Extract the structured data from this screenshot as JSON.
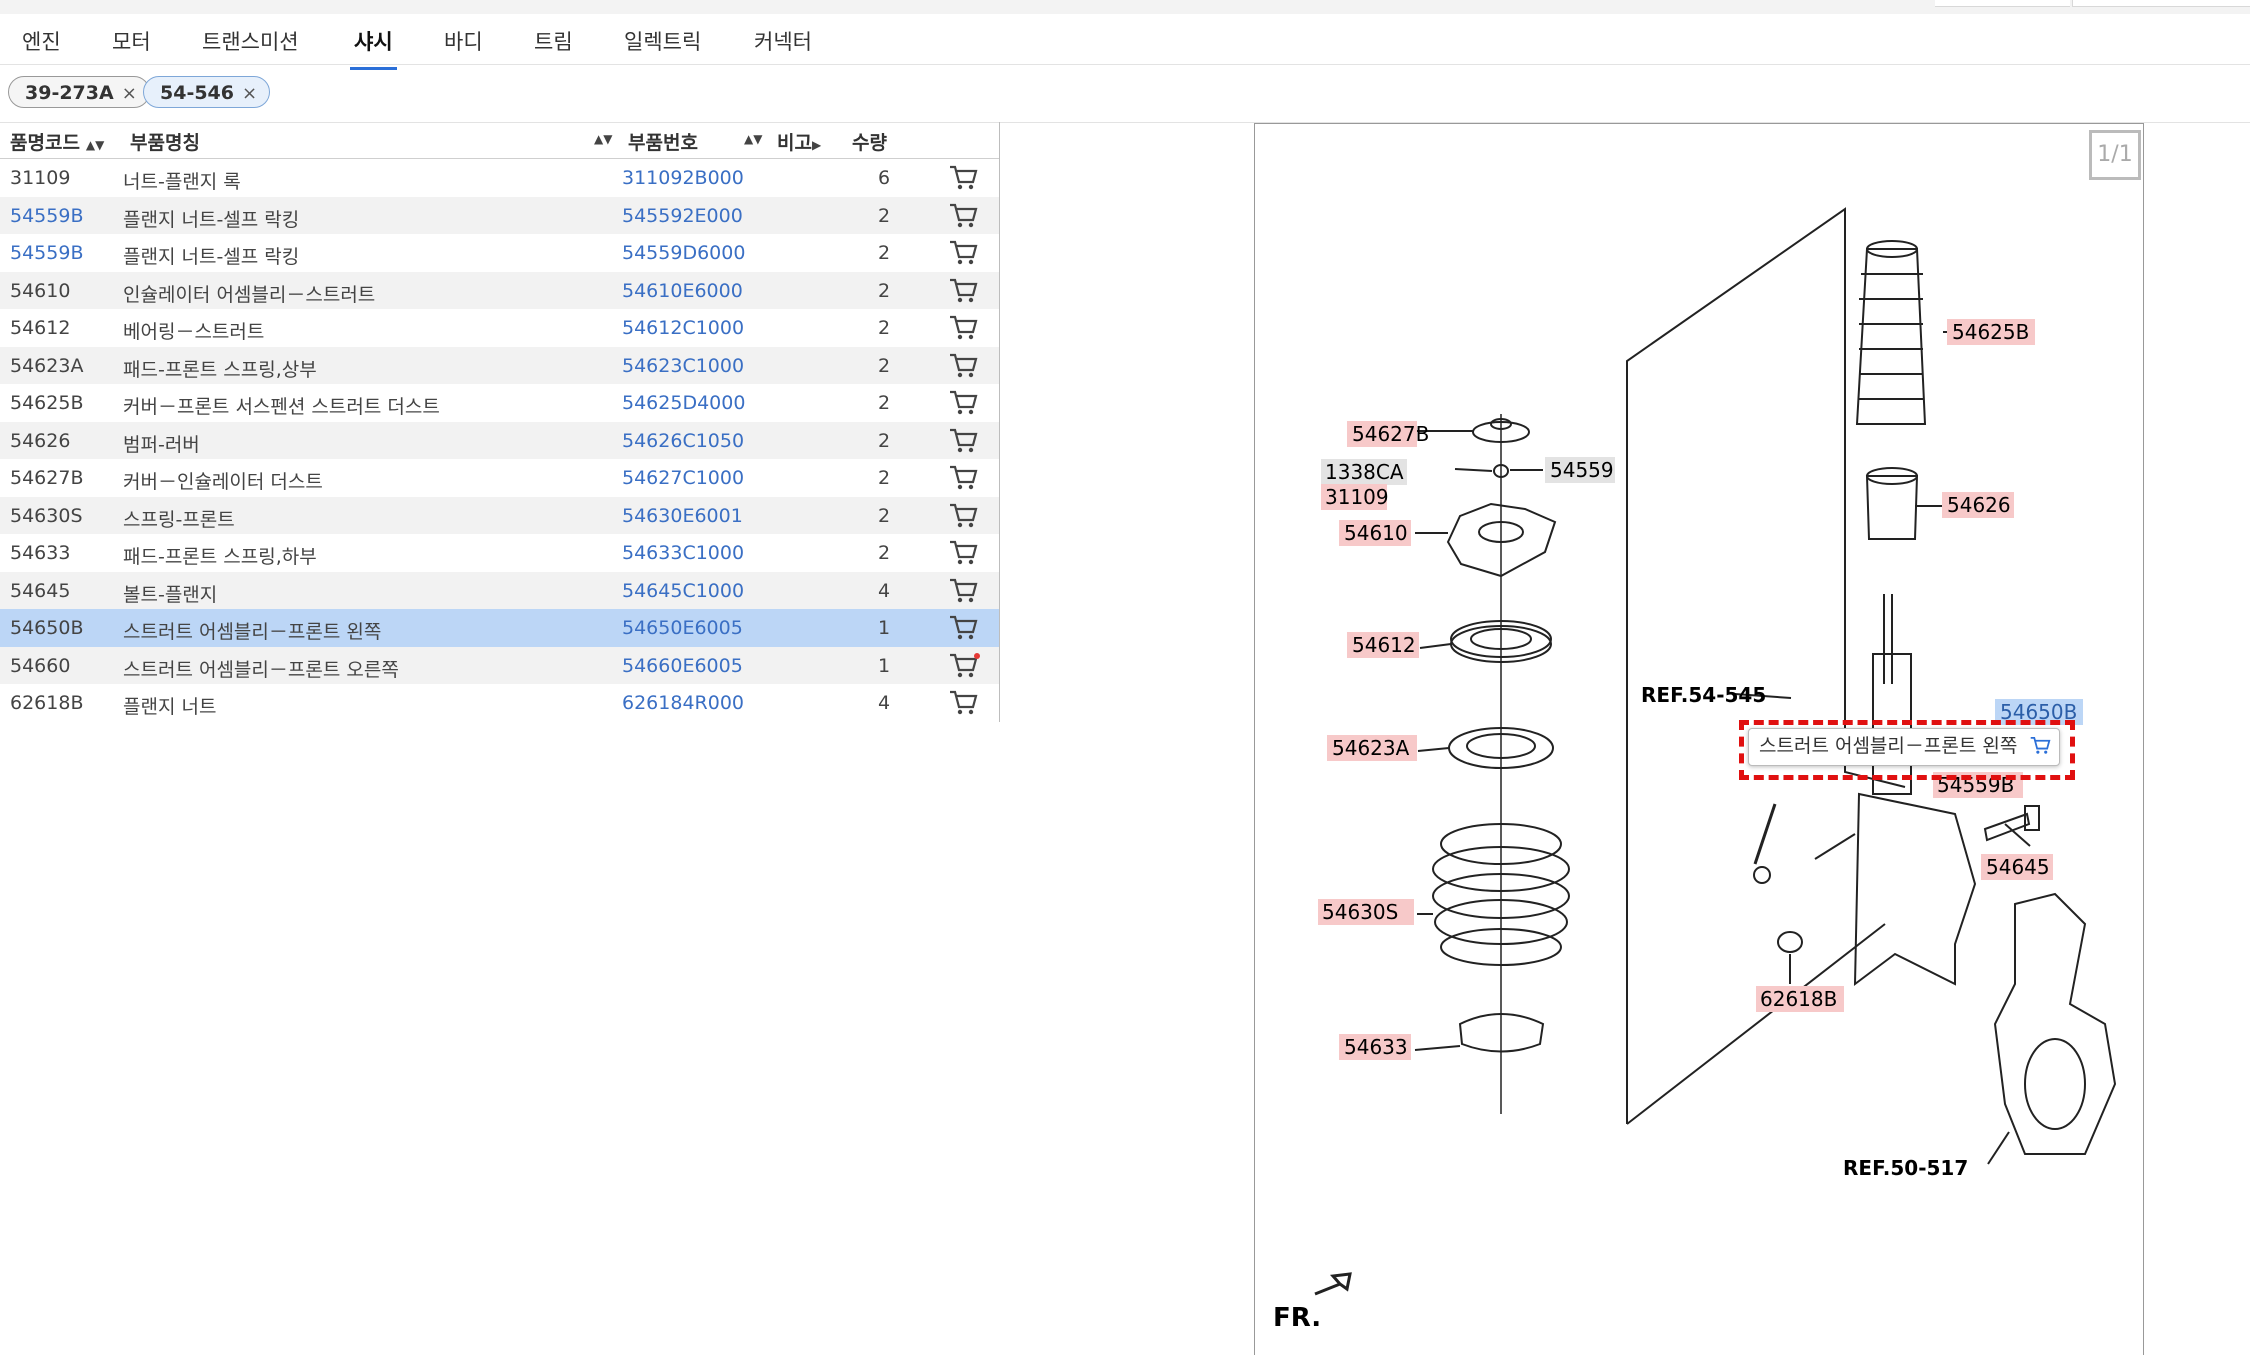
{
  "tabs": [
    {
      "label": "엔진",
      "active": false
    },
    {
      "label": "모터",
      "active": false
    },
    {
      "label": "트랜스미션",
      "active": false
    },
    {
      "label": "샤시",
      "active": true
    },
    {
      "label": "바디",
      "active": false
    },
    {
      "label": "트림",
      "active": false
    },
    {
      "label": "일렉트릭",
      "active": false
    },
    {
      "label": "커넥터",
      "active": false
    }
  ],
  "chips": [
    {
      "label": "39-273A",
      "close": "×",
      "selected": false
    },
    {
      "label": "54-546",
      "close": "×",
      "selected": true
    }
  ],
  "table": {
    "headers": {
      "code": "품명코드",
      "name": "부품명칭",
      "part_no": "부품번호",
      "note": "비고",
      "qty": "수량"
    },
    "rows": [
      {
        "code": "31109",
        "name": "너트-플랜지 록",
        "part_no": "311092B000",
        "qty": "6"
      },
      {
        "code": "54559B",
        "name": "플랜지 너트-셀프 락킹",
        "part_no": "545592E000",
        "qty": "2"
      },
      {
        "code": "54559B",
        "name": "플랜지 너트-셀프 락킹",
        "part_no": "54559D6000",
        "qty": "2"
      },
      {
        "code": "54610",
        "name": "인슐레이터 어셈블리－스트러트",
        "part_no": "54610E6000",
        "qty": "2"
      },
      {
        "code": "54612",
        "name": "베어링－스트러트",
        "part_no": "54612C1000",
        "qty": "2"
      },
      {
        "code": "54623A",
        "name": "패드-프론트 스프링,상부",
        "part_no": "54623C1000",
        "qty": "2"
      },
      {
        "code": "54625B",
        "name": "커버－프론트 서스펜션 스트러트 더스트",
        "part_no": "54625D4000",
        "qty": "2"
      },
      {
        "code": "54626",
        "name": "범퍼-러버",
        "part_no": "54626C1050",
        "qty": "2"
      },
      {
        "code": "54627B",
        "name": "커버－인슐레이터 더스트",
        "part_no": "54627C1000",
        "qty": "2"
      },
      {
        "code": "54630S",
        "name": "스프링-프론트",
        "part_no": "54630E6001",
        "qty": "2"
      },
      {
        "code": "54633",
        "name": "패드-프론트 스프링,하부",
        "part_no": "54633C1000",
        "qty": "2"
      },
      {
        "code": "54645",
        "name": "볼트-플랜지",
        "part_no": "54645C1000",
        "qty": "4"
      },
      {
        "code": "54650B",
        "name": "스트러트 어셈블리－프론트 왼쪽",
        "part_no": "54650E6005",
        "qty": "1"
      },
      {
        "code": "54660",
        "name": "스트러트 어셈블리－프론트 오른쪽",
        "part_no": "54660E6005",
        "qty": "1"
      },
      {
        "code": "62618B",
        "name": "플랜지 너트",
        "part_no": "626184R000",
        "qty": "4"
      }
    ],
    "selected_index": 12
  },
  "diagram": {
    "pager": "1/1",
    "labels": {
      "l54625B": "54625B",
      "l54627B": "54627B",
      "l54559": "54559",
      "l1338CA": "1338CA",
      "l31109": "31109",
      "l54610": "54610",
      "l54626": "54626",
      "l54612": "54612",
      "l54623A": "54623A",
      "l54630S": "54630S",
      "l54633": "54633",
      "l54650B": "54650B",
      "l54559B": "54559B",
      "l54645": "54645",
      "l62618B": "62618B",
      "ref1": "REF.54-545",
      "ref2": "REF.50-517",
      "fr": "FR."
    },
    "tooltip": "스트러트 어셈블리－프론트 왼쪽"
  },
  "colors": {
    "accent": "#2b6fd8",
    "link": "#3a6fc4",
    "label_bg": "#f7c9c9",
    "selected_row": "#bcd6f6",
    "highlight": "#e01010"
  }
}
